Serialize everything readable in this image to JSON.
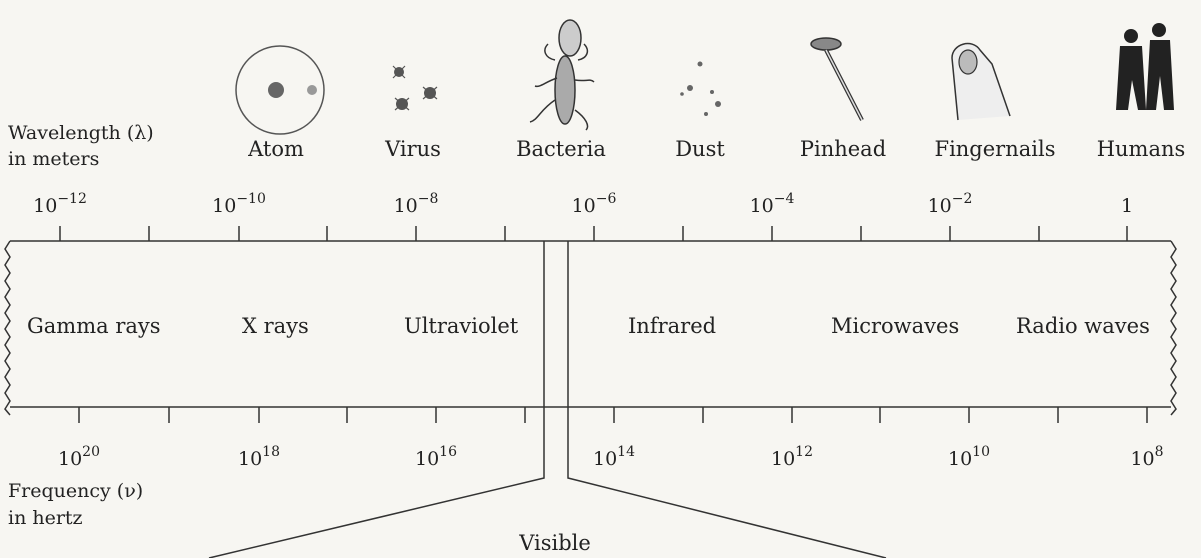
{
  "wavelength_axis": {
    "title_line1": "Wavelength (λ)",
    "title_line2": "in meters",
    "ticks": [
      {
        "base": "10",
        "exp": "−12"
      },
      {
        "base": "10",
        "exp": "−10"
      },
      {
        "base": "10",
        "exp": "−8"
      },
      {
        "base": "10",
        "exp": "−6"
      },
      {
        "base": "10",
        "exp": "−4"
      },
      {
        "base": "10",
        "exp": "−2"
      },
      {
        "base": "1",
        "exp": ""
      }
    ]
  },
  "frequency_axis": {
    "title_line1": "Frequency (ν)",
    "title_line2": "in hertz",
    "ticks": [
      {
        "base": "10",
        "exp": "20"
      },
      {
        "base": "10",
        "exp": "18"
      },
      {
        "base": "10",
        "exp": "16"
      },
      {
        "base": "10",
        "exp": "14"
      },
      {
        "base": "10",
        "exp": "12"
      },
      {
        "base": "10",
        "exp": "10"
      },
      {
        "base": "10",
        "exp": "8"
      }
    ]
  },
  "objects": [
    {
      "label": "Atom",
      "icon": "atom-icon"
    },
    {
      "label": "Virus",
      "icon": "virus-icon"
    },
    {
      "label": "Bacteria",
      "icon": "bacteria-icon"
    },
    {
      "label": "Dust",
      "icon": "dust-icon"
    },
    {
      "label": "Pinhead",
      "icon": "pinhead-icon"
    },
    {
      "label": "Fingernails",
      "icon": "fingernail-icon"
    },
    {
      "label": "Humans",
      "icon": "humans-icon"
    }
  ],
  "bands": [
    {
      "label": "Gamma rays"
    },
    {
      "label": "X rays"
    },
    {
      "label": "Ultraviolet"
    },
    {
      "label": "Infrared"
    },
    {
      "label": "Microwaves"
    },
    {
      "label": "Radio waves"
    }
  ],
  "visible_label": "Visible"
}
